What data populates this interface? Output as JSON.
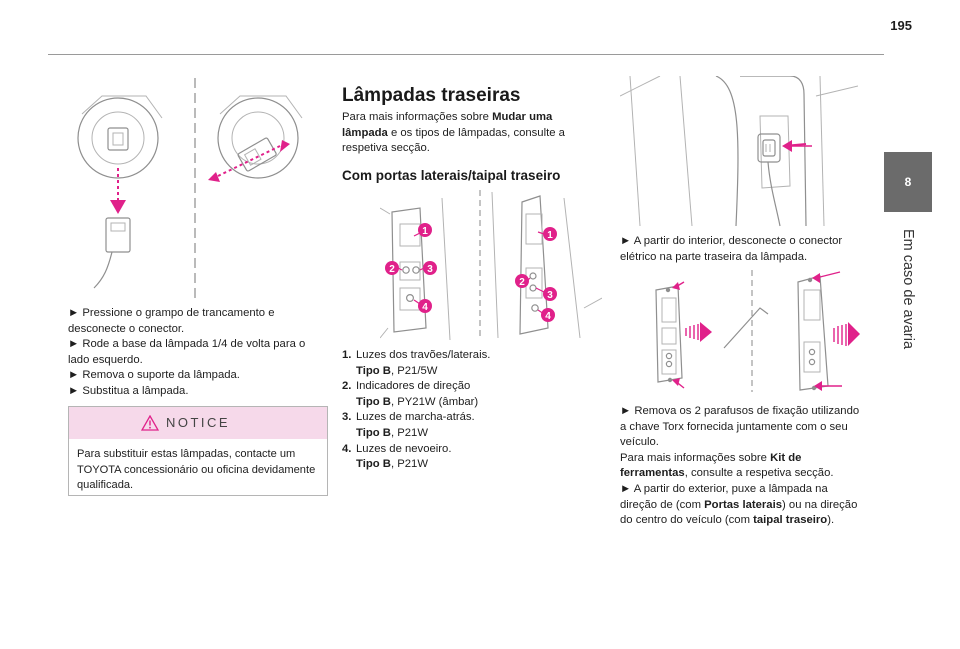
{
  "header": {
    "page_number": "195"
  },
  "side_tab": {
    "chapter_number": "8",
    "chapter_title": "Em caso de avaria"
  },
  "left_column": {
    "steps": [
      "► Pressione o grampo de trancamento e desconecte o conector.",
      "► Rode a base da lâmpada 1/4 de volta para o lado esquerdo.",
      "► Remova o suporte da lâmpada.",
      "► Substitua a lâmpada."
    ],
    "notice": {
      "title": "NOTICE",
      "text": "Para substituir estas lâmpadas, contacte um TOYOTA concessionário ou oficina devidamente qualificada."
    }
  },
  "middle_column": {
    "title": "Lâmpadas traseiras",
    "intro": {
      "before": "Para mais informações sobre ",
      "bold": "Mudar uma lâmpada",
      "after": " e os tipos de lâmpadas, consulte a respetiva secção."
    },
    "subtitle": "Com portas laterais/taipal traseiro",
    "callouts": [
      "1",
      "2",
      "3",
      "4"
    ],
    "bulbs": [
      {
        "num": "1.",
        "name": "Luzes dos travões/laterais.",
        "type_label": "Tipo B",
        "type_value": ", P21/5W"
      },
      {
        "num": "2.",
        "name": "Indicadores de direção",
        "type_label": "Tipo B",
        "type_value": ", PY21W (âmbar)"
      },
      {
        "num": "3.",
        "name": "Luzes de marcha-atrás.",
        "type_label": "Tipo B",
        "type_value": ", P21W"
      },
      {
        "num": "4.",
        "name": "Luzes de nevoeiro.",
        "type_label": "Tipo B",
        "type_value": ", P21W"
      }
    ]
  },
  "right_column": {
    "step1": "► A partir do interior, desconecte o conector elétrico na parte traseira da lâmpada.",
    "step2": "► Remova os 2 parafusos de fixação utilizando a chave Torx fornecida juntamente com o seu veículo.",
    "info": {
      "before": "Para mais informações sobre ",
      "bold": "Kit de ferramentas",
      "after": ", consulte a respetiva secção."
    },
    "step3": {
      "a": "► A partir do exterior, puxe a lâmpada na direção de (com ",
      "b": "Portas laterais",
      "c": ") ou na direção do centro do veículo (com ",
      "d": "taipal traseiro",
      "e": ")."
    }
  },
  "colors": {
    "accent_magenta": "#e0218a",
    "notice_pink": "#f6d9ea",
    "tab_gray": "#6b6b6b"
  }
}
